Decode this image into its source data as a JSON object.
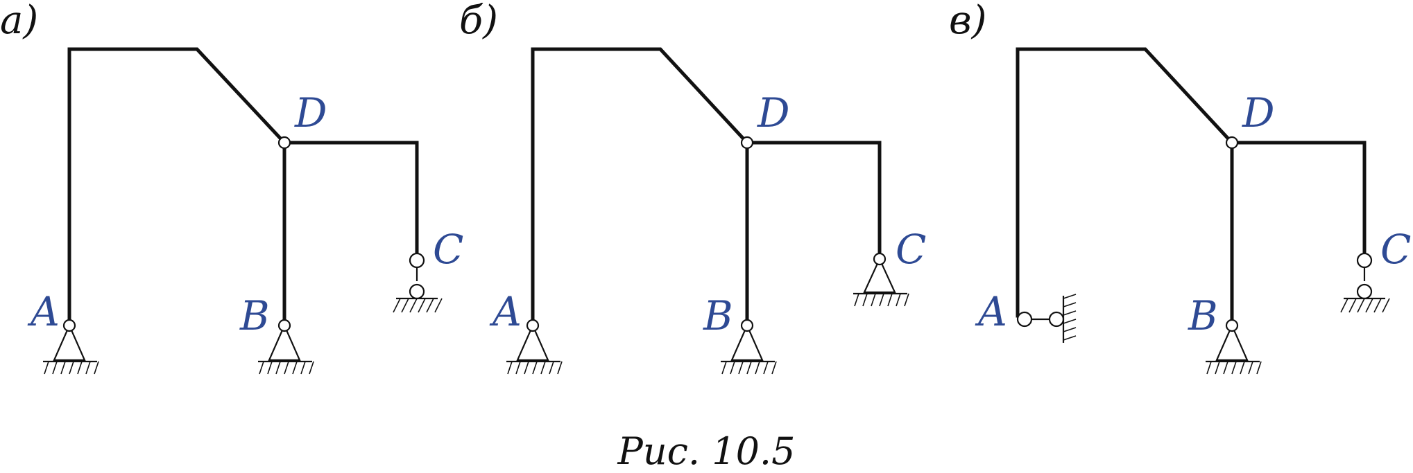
{
  "colors": {
    "lines": "#111111",
    "node_labels": "#2e4a94"
  },
  "panels": [
    {
      "label": "а)",
      "support_C": "hinged-rod",
      "support_A": "pinned"
    },
    {
      "label": "б)",
      "support_C": "pinned",
      "support_A": "pinned"
    },
    {
      "label": "в)",
      "support_C": "hinged-rod",
      "support_A": "horizontal-rod-to-wall"
    }
  ],
  "nodes": {
    "A": "A",
    "B": "B",
    "C": "C",
    "D": "D"
  },
  "caption": "Рис. 10.5"
}
